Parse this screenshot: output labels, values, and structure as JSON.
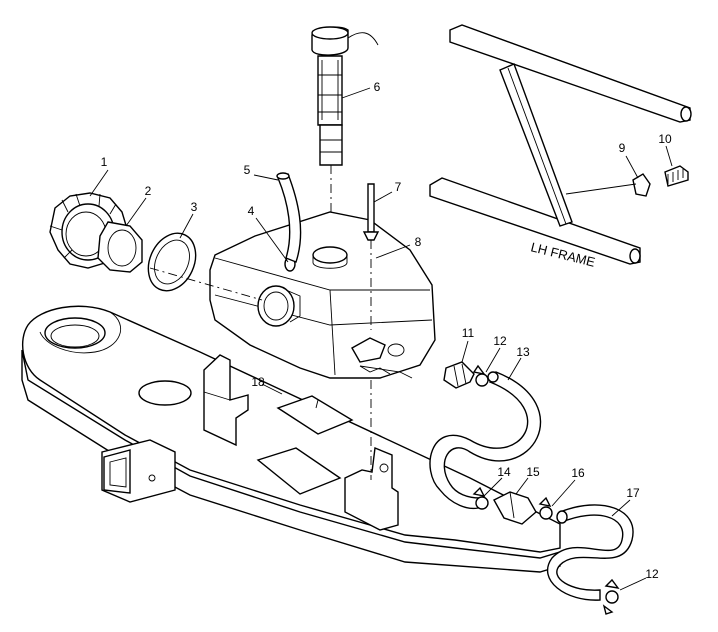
{
  "diagram": {
    "frame_label": "LH FRAME",
    "callouts": {
      "p1": "1",
      "p2": "2",
      "p3": "3",
      "p4": "4",
      "p5": "5",
      "p6": "6",
      "p7": "7",
      "p8": "8",
      "p9": "9",
      "p10": "10",
      "p11": "11",
      "p12a": "12",
      "p12b": "12",
      "p13": "13",
      "p14": "14",
      "p15": "15",
      "p16": "16",
      "p17": "17",
      "p18": "18"
    }
  }
}
